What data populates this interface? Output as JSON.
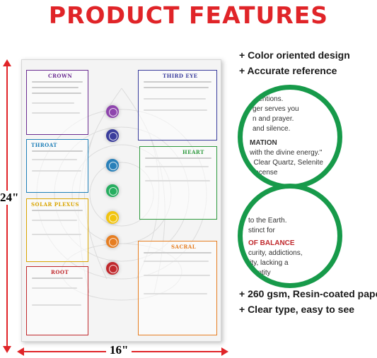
{
  "title": "PRODUCT FEATURES",
  "dimensions": {
    "height": "24\"",
    "width": "16\""
  },
  "colors": {
    "accent_red": "#e02428",
    "zoom_ring": "#179a4a"
  },
  "features": [
    "+ Color oriented design",
    "+ Accurate reference",
    "+ 260 gsm, Resin-coated paper",
    "+ Clear type, easy to see"
  ],
  "poster": {
    "sections": [
      {
        "name": "CROWN",
        "color": "#6b2c91"
      },
      {
        "name": "THIRD EYE",
        "color": "#3a3d9c"
      },
      {
        "name": "THROAT",
        "color": "#1e7fb8"
      },
      {
        "name": "HEART",
        "color": "#2e9a3e"
      },
      {
        "name": "SOLAR PLEXUS",
        "color": "#d9a400"
      },
      {
        "name": "SACRAL",
        "color": "#e67e22"
      },
      {
        "name": "ROOT",
        "color": "#c0282c"
      }
    ]
  },
  "zoom_top": {
    "lines": [
      "ntentions.",
      "ger serves you",
      "n and prayer.",
      "and silence.",
      "MATION",
      "with the divine energy.\"",
      ", Clear Quartz, Selenite",
      "kincense"
    ]
  },
  "zoom_bottom": {
    "lines": [
      "to the Earth.",
      "stinct for",
      "OF BALANCE",
      "curity, addictions,",
      "lity, lacking a",
      "identity"
    ]
  }
}
